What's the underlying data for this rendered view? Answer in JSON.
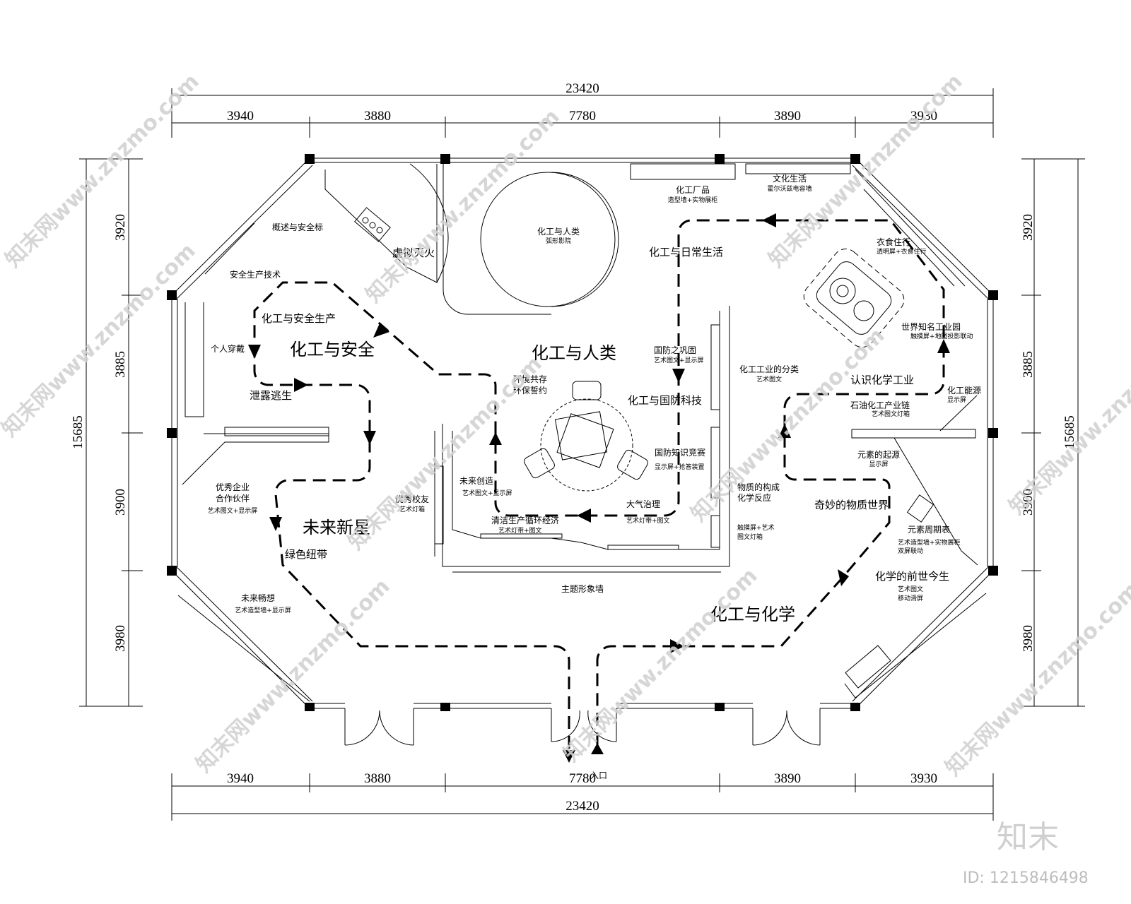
{
  "dimensions": {
    "total_top": "23420",
    "total_bottom": "23420",
    "top_segments": [
      "3940",
      "3880",
      "7780",
      "3890",
      "3930"
    ],
    "bottom_segments": [
      "3940",
      "3880",
      "7780",
      "3890",
      "3930"
    ],
    "left_total": "15685",
    "right_total": "15685",
    "left_segments": [
      "3920",
      "3885",
      "3900",
      "3980"
    ],
    "right_segments": [
      "3920",
      "3885",
      "3900",
      "3980"
    ]
  },
  "zones": {
    "safety": "化工与安全",
    "humanity": "化工与人类",
    "future_star": "未来新星",
    "chemistry": "化工与化学"
  },
  "labels": {
    "overview": "概述与安全标",
    "virtual_fire": "虚拟灭火",
    "humanity_cinema": "化工与人类",
    "humanity_cinema_sub": "弧形影院",
    "factory": "化工厂品",
    "factory_sub": "造型墙+实物展柜",
    "culture": "文化生活",
    "culture_sub": "霍尔沃兹电容墙",
    "daily_life": "化工与日常生活",
    "clothing": "衣食住行",
    "clothing_sub": "透明屏+衣食住行",
    "safety_tech": "安全生产技术",
    "safety_production": "化工与安全生产",
    "personal_wear": "个人穿戴",
    "leak_escape": "泄露逃生",
    "defense": "国防之巩固",
    "defense_sub": "艺术图文+显示屏",
    "env": "环境共存",
    "env2": "环保誓约",
    "defense_tech": "化工与国防科技",
    "classification": "化工工业的分类",
    "classification_sub": "艺术图文",
    "world_park": "世界知名工业园",
    "world_park_sub": "触摸屏+地图投影联动",
    "know_chem": "认识化学工业",
    "energy": "化工能源",
    "energy_sub": "显示屏",
    "petro": "石油化工产业链",
    "petro_sub": "艺术图文灯箱",
    "element_origin": "元素的起源",
    "element_origin_sub": "显示屏",
    "defense_quiz": "国防知识竞赛",
    "defense_quiz_sub": "显示屏+抢答装置",
    "partner": "优秀企业",
    "partner2": "合作伙伴",
    "partner_sub": "艺术图文+显示屏",
    "future_create": "未来创造",
    "future_create_sub": "艺术图文+显示屏",
    "alumni": "优秀校友",
    "alumni_sub": "艺术灯箱",
    "matter": "物质的构成",
    "matter2": "化学反应",
    "wonder": "奇妙的物质世界",
    "atmosphere": "大气治理",
    "atmosphere_sub": "艺术灯带+图文",
    "clean": "清洁生产循环经济",
    "clean_sub": "艺术灯带+图文",
    "touch": "触摸屏+艺术",
    "touch2": "图文灯箱",
    "periodic": "元素周期表",
    "periodic_sub1": "艺术造型墙+实物展柜",
    "periodic_sub2": "双屏联动",
    "green_ribbon": "绿色纽带",
    "theme_wall": "主题形象墙",
    "past_present": "化学的前世今生",
    "past_present_sub1": "艺术图文",
    "past_present_sub2": "移动滑屏",
    "future_dream": "未来畅想",
    "future_dream_sub": "艺术造型墙+显示屏",
    "entrance": "入口"
  },
  "watermark": {
    "text": "知末网www.znzmo.com",
    "logo": "知末",
    "id": "ID: 1215846498"
  }
}
